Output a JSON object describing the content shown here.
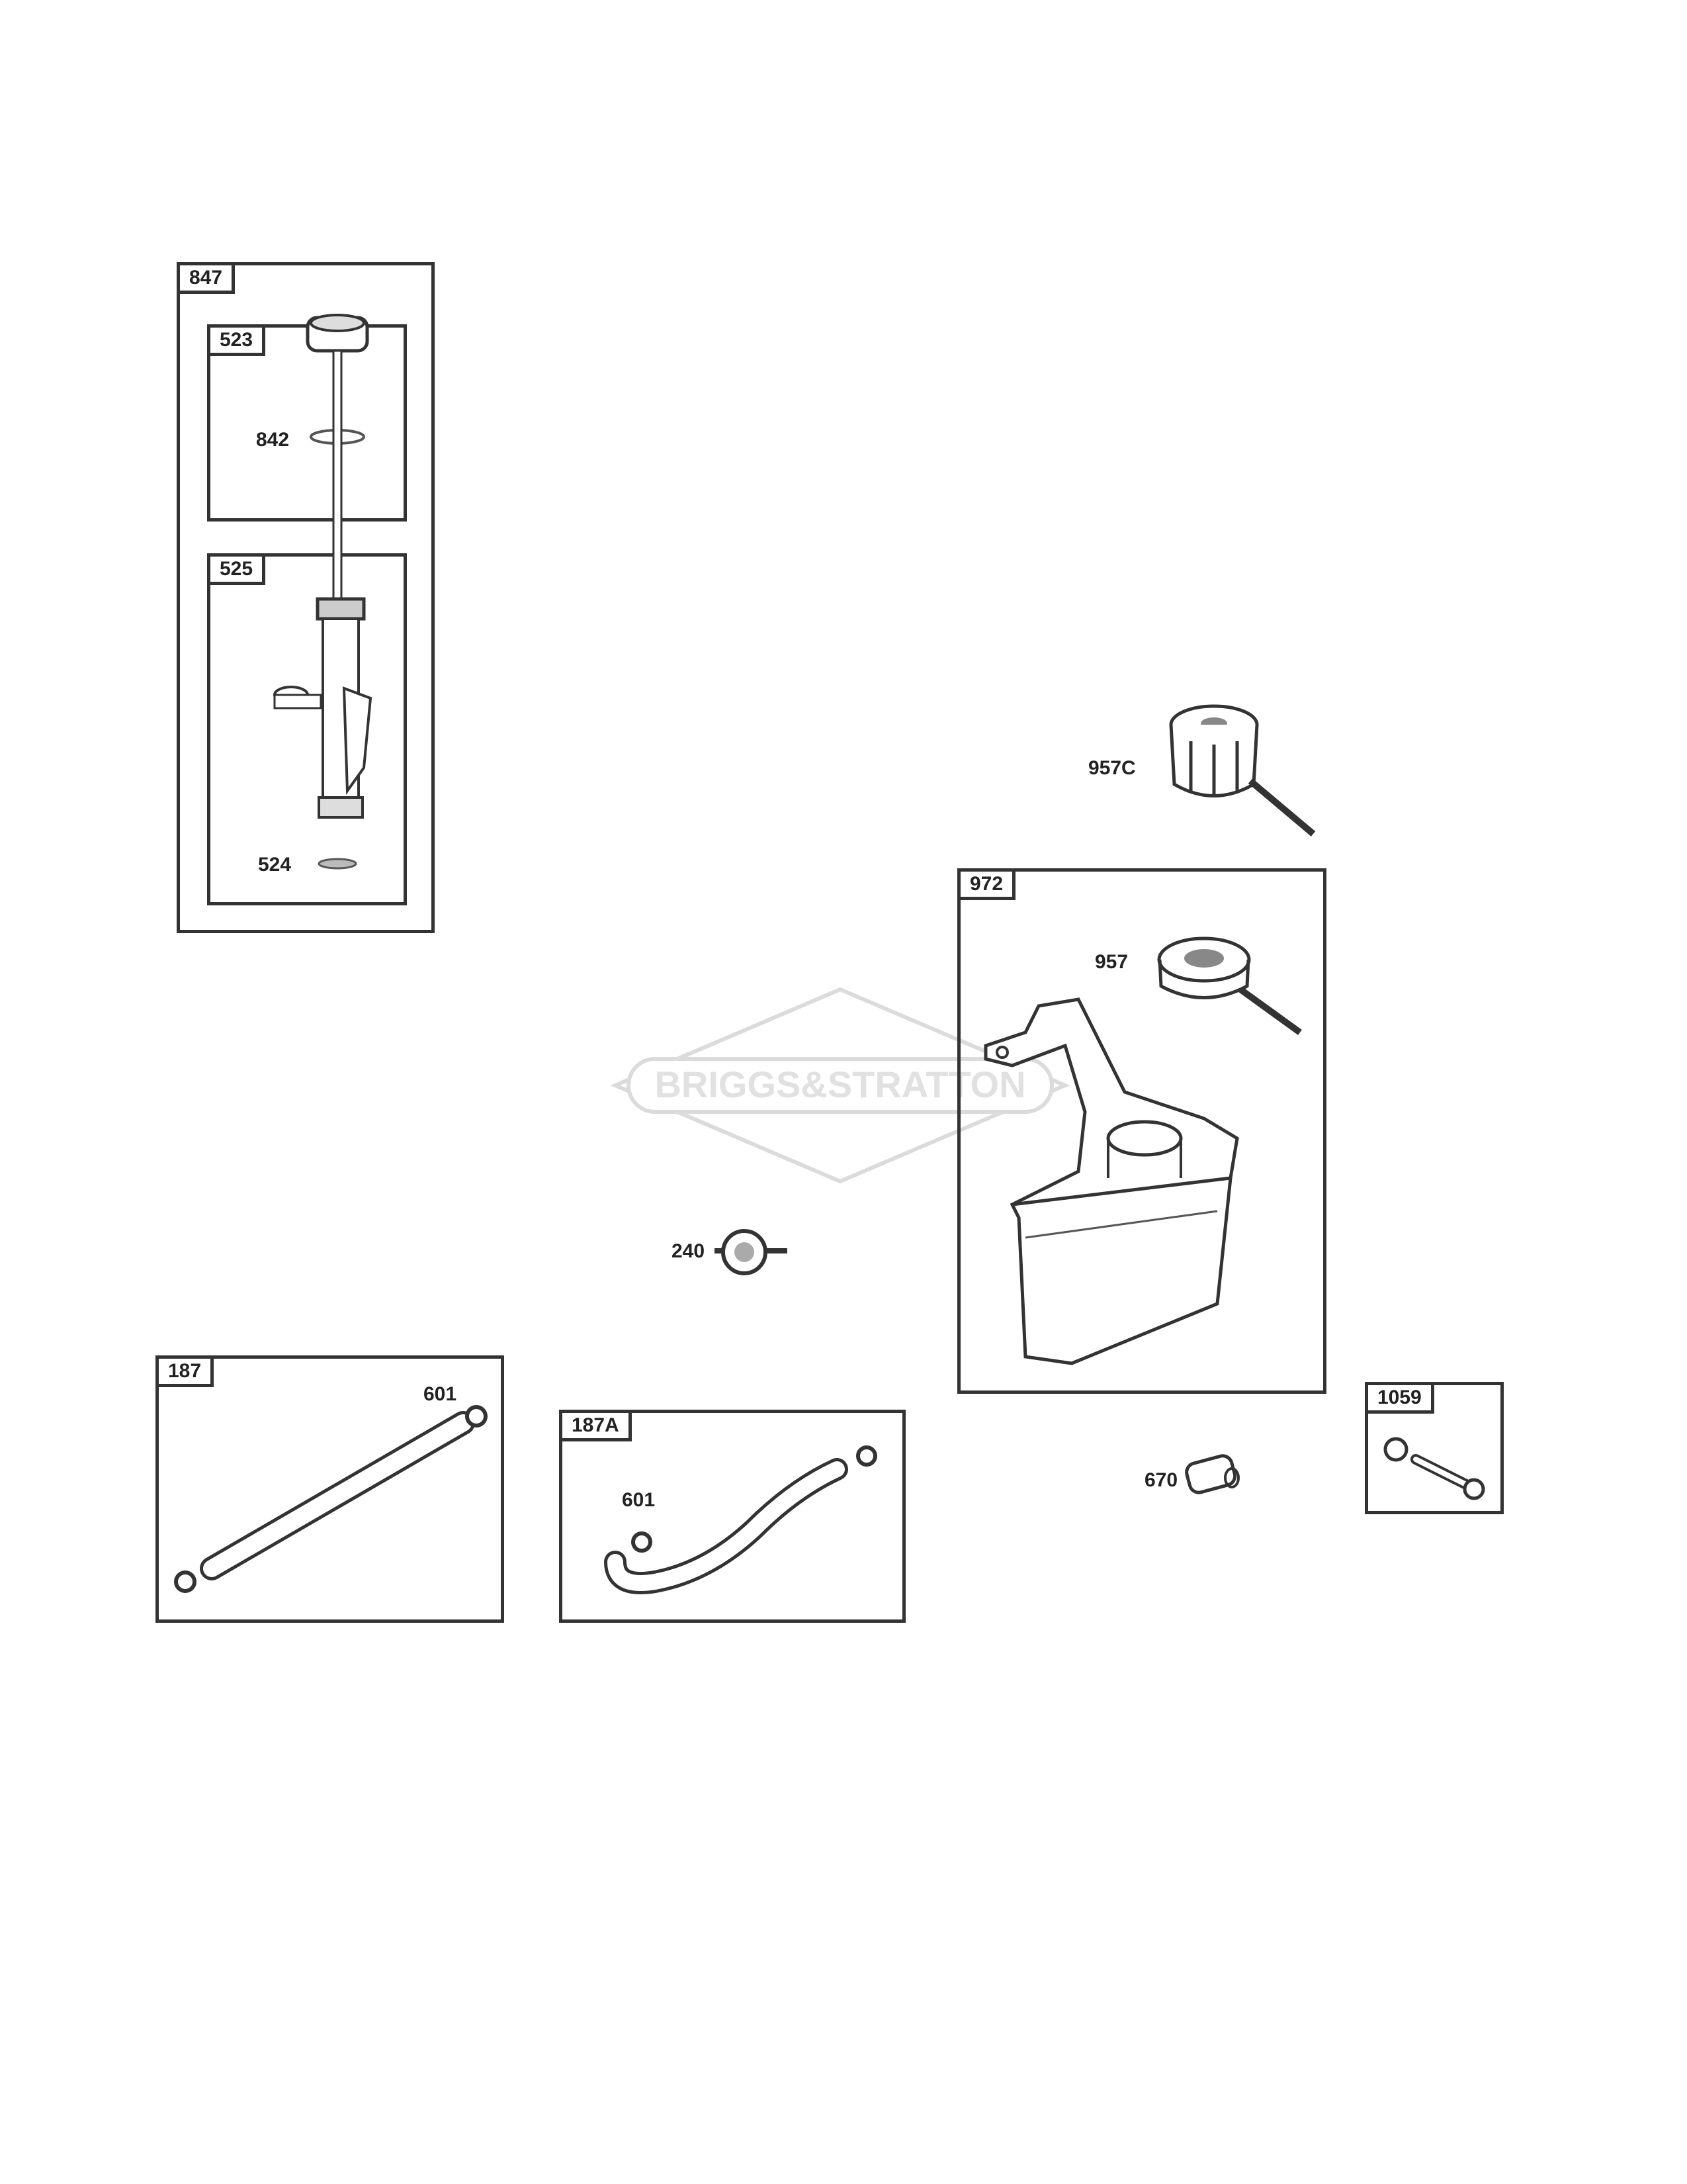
{
  "watermark": "BRIGGS & STRATTON",
  "assemblies": {
    "a847": "847",
    "a523": "523",
    "a525": "525",
    "a972": "972",
    "a187": "187",
    "a187A": "187A",
    "a1059": "1059"
  },
  "callouts": {
    "c842": "842",
    "c524": "524",
    "c957C": "957C",
    "c957": "957",
    "c240": "240",
    "c670": "670",
    "c601a": "601",
    "c601b": "601"
  }
}
